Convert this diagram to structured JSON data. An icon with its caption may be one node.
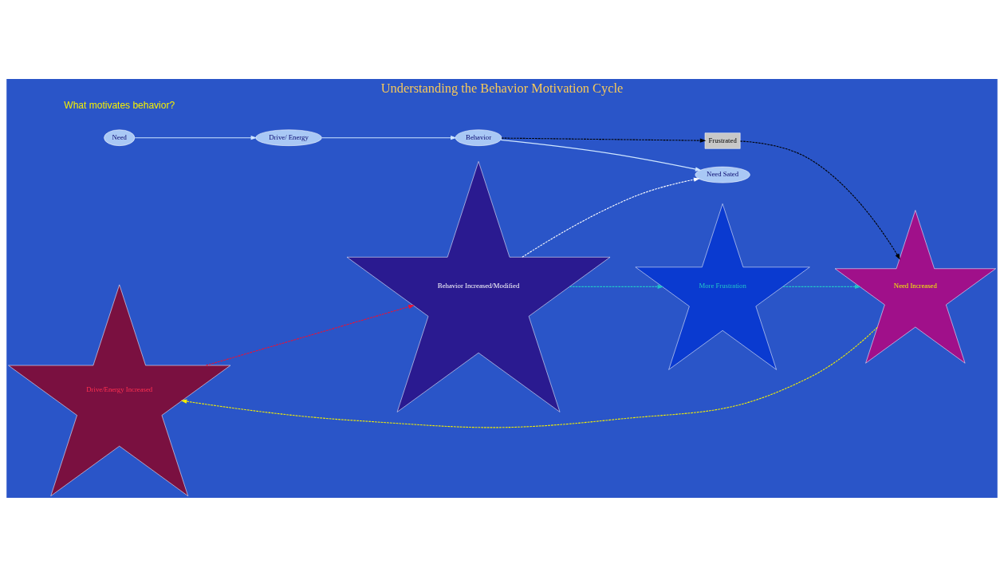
{
  "diagram": {
    "title": "Understanding the Behavior Motivation Cycle",
    "nodes": [
      {
        "text": [
          "Need"
        ]
      },
      {
        "text": [
          "Drive/ Energy"
        ]
      },
      {
        "text": [
          "Behavior"
        ]
      },
      {
        "text": [
          "Need Sated"
        ]
      },
      {
        "text": [
          "Behavior Increased/Modified"
        ]
      },
      {
        "text": [
          "More Frustration"
        ]
      },
      {
        "text": [
          "Frustrated"
        ]
      },
      {
        "text": [
          "Drive/Energy Increased"
        ]
      },
      {
        "text": [
          "Need Increased"
        ]
      }
    ],
    "edges": [
      {
        "from": 0,
        "to": 1,
        "arrow": "to"
      },
      {
        "from": 1,
        "to": 2,
        "arrow": "to"
      },
      {
        "from": 2,
        "to": 3,
        "arrow": "to"
      },
      {
        "from": 2,
        "to": 6,
        "arrow": "to",
        "style": "dashed",
        "color": "#000000"
      },
      {
        "from": 4,
        "to": 3,
        "arrow": "to",
        "style": "dashed",
        "color": "#ffffff"
      },
      {
        "from": 4,
        "to": 5,
        "arrow": "to",
        "style": "dashed",
        "color": "#22c4c8"
      },
      {
        "from": 6,
        "to": 8,
        "arrow": "to",
        "style": "dashed",
        "color": "#000000"
      },
      {
        "from": 5,
        "to": 8,
        "arrow": "to",
        "style": "dashed",
        "color": "#22c4c8"
      },
      {
        "from": 8,
        "to": 7,
        "arrow": "to",
        "style": "dashed",
        "color": "#f5f000"
      },
      {
        "from": 7,
        "to": 4,
        "arrow": "to",
        "style": "dashed",
        "color": "#ee1133"
      }
    ],
    "labels": [
      "What motivates behavior?"
    ]
  }
}
